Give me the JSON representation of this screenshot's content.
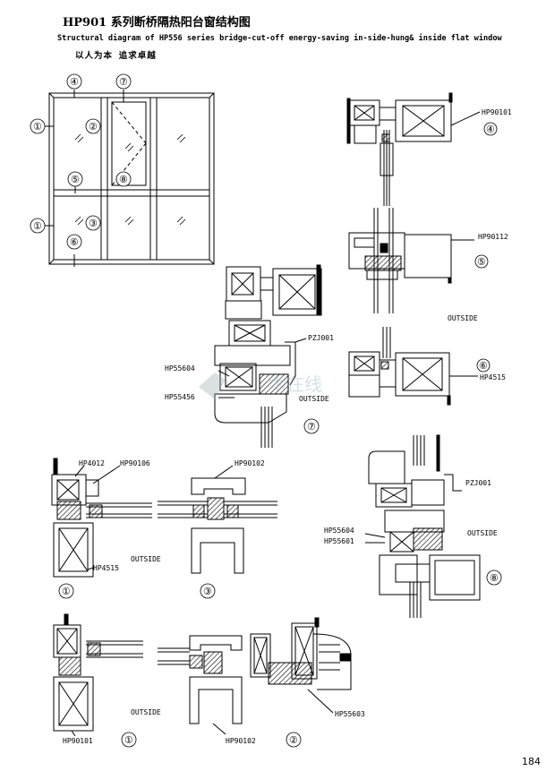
{
  "title": "HP901  系列断桥隔热阳台窗结构图",
  "subtitle": "Structural diagram of HP556 series bridge-cut-off energy-saving in-side-hung& inside flat window",
  "motto": "以人为本 追求卓越",
  "page_number": "184",
  "watermark": "木在线",
  "elevation_labels": [
    "①",
    "②",
    "③",
    "④",
    "⑤",
    "⑥",
    "⑦",
    "⑧"
  ],
  "part_labels": {
    "hp90101": "HP90101",
    "hp90112": "HP90112",
    "hp4515": "HP4515",
    "pzj001": "PZJ001",
    "hp55604": "HP55604",
    "hp55456": "HP55456",
    "hp4012": "HP4012",
    "hp90106": "HP90106",
    "hp90102": "HP90102",
    "hp55601": "HP55601",
    "hp55603": "HP55603"
  },
  "outside_label": "OUTSIDE",
  "section_numbers": {
    "s4": "④",
    "s5": "⑤",
    "s6": "⑥",
    "s7": "⑦",
    "s8": "⑧",
    "s1a": "①",
    "s3": "③",
    "s1b": "①",
    "s2": "②"
  }
}
